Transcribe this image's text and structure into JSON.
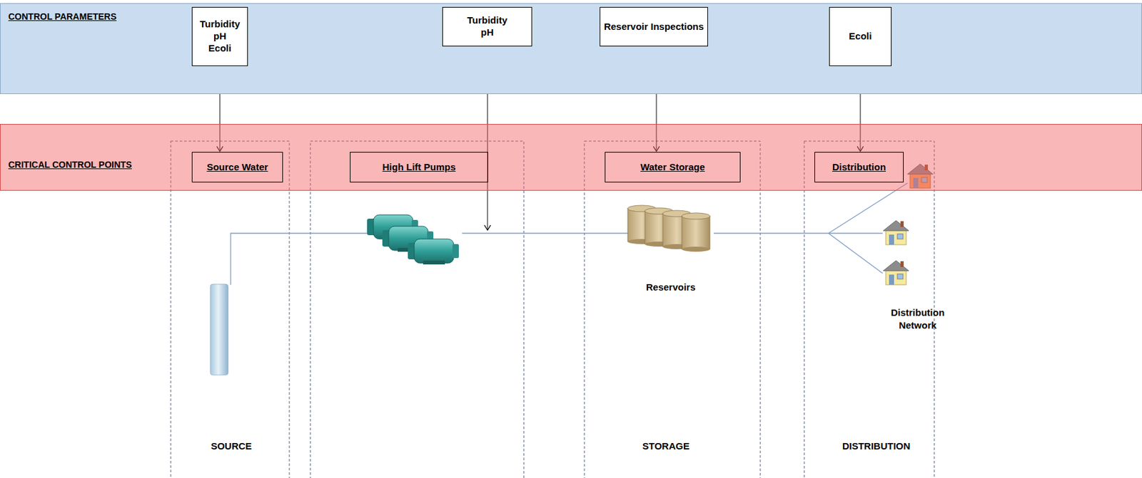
{
  "diagram": {
    "nodes": [
      {
        "text": [
          "CONTROL PARAMETERS"
        ]
      },
      {
        "text": [
          "Turbidity pH Ecoli"
        ],
        "in": 0
      },
      {
        "text": [
          "Turbidity pH"
        ],
        "in": 0
      },
      {
        "text": [
          "Reservoir Inspections"
        ],
        "in": 0
      },
      {
        "text": [
          "Ecoli"
        ],
        "in": 0
      },
      {
        "text": [
          "CRITICAL CONTROL POINTS"
        ]
      },
      {
        "text": [
          "Source Water"
        ],
        "in": 5
      },
      {
        "text": [
          "High Lift Pumps"
        ],
        "in": 5
      },
      {
        "text": [
          "Water Storage"
        ],
        "in": 5
      },
      {
        "text": [
          "Distribution"
        ],
        "in": 5
      }
    ],
    "edges": [
      {
        "from": 1,
        "to": 6,
        "arrow": "to"
      },
      {
        "from": 3,
        "to": 8,
        "arrow": "to"
      },
      {
        "from": 4,
        "to": 9,
        "arrow": "to"
      }
    ],
    "labels": [
      "Reservoirs",
      "Distribution Network",
      "SOURCE",
      "STORAGE",
      "DISTRIBUTION"
    ]
  }
}
